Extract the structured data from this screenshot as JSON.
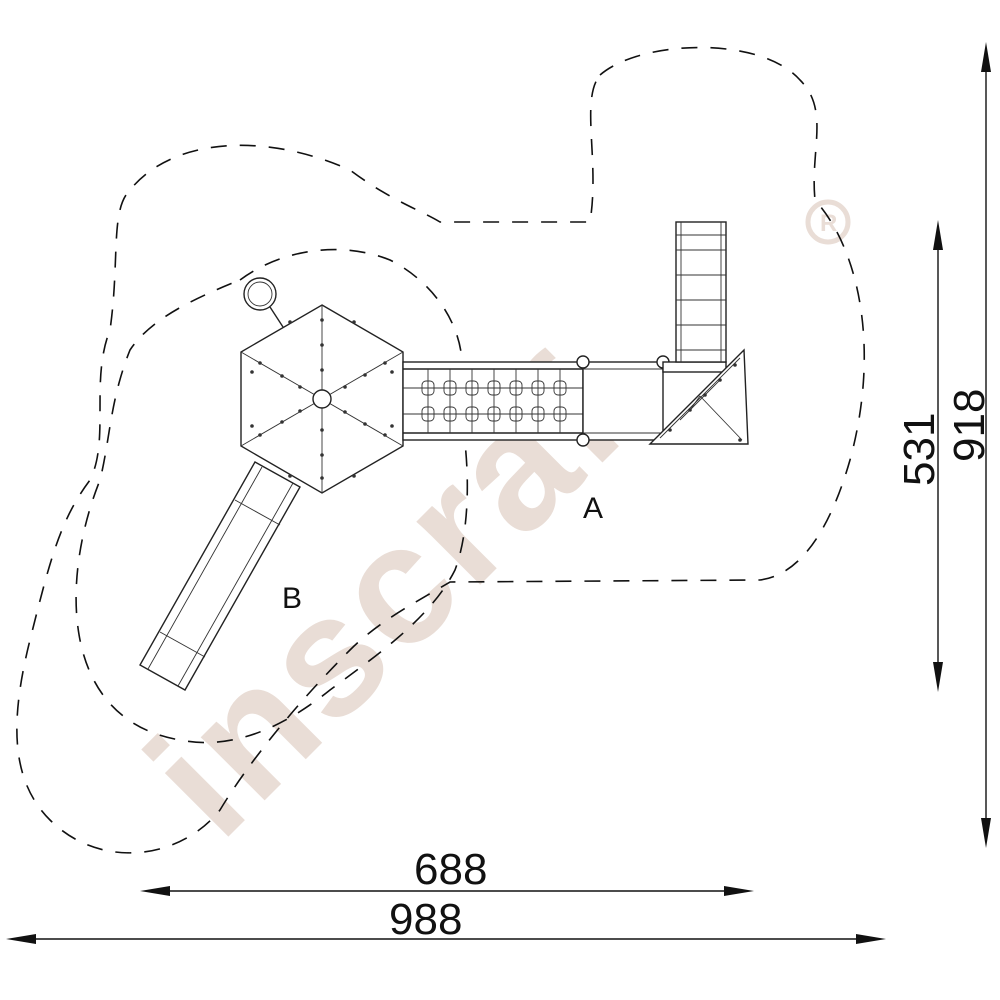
{
  "watermark": {
    "text": "inscraf",
    "registered": "R"
  },
  "zones": {
    "a": "A",
    "b": "B"
  },
  "dimensions": {
    "inner_width": "688",
    "outer_width": "988",
    "inner_depth": "531",
    "outer_depth": "918"
  }
}
